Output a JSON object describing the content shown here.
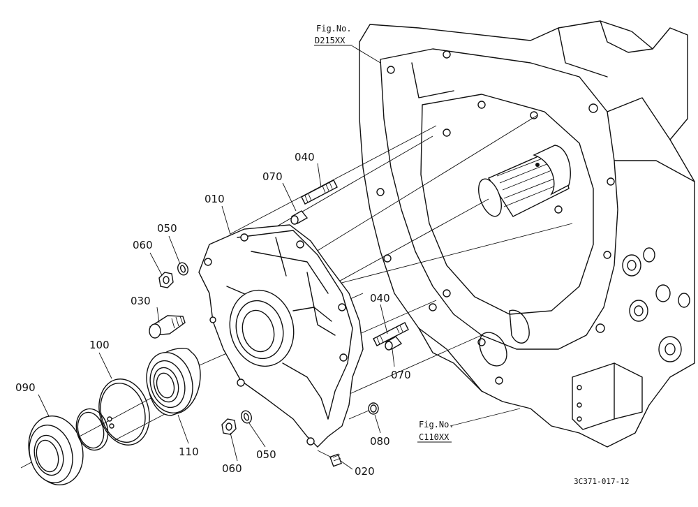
{
  "labels": {
    "p010": "010",
    "p020": "020",
    "p030": "030",
    "p040a": "040",
    "p040b": "040",
    "p050a": "050",
    "p050b": "050",
    "p060a": "060",
    "p060b": "060",
    "p070a": "070",
    "p070b": "070",
    "p080": "080",
    "p090": "090",
    "p100": "100",
    "p110": "110"
  },
  "figrefs": {
    "top_label": "Fig.No.",
    "top_code": "D215XX",
    "bottom_label": "Fig.No.",
    "bottom_code": "C110XX"
  },
  "drawing_code": "3C371-017-12"
}
